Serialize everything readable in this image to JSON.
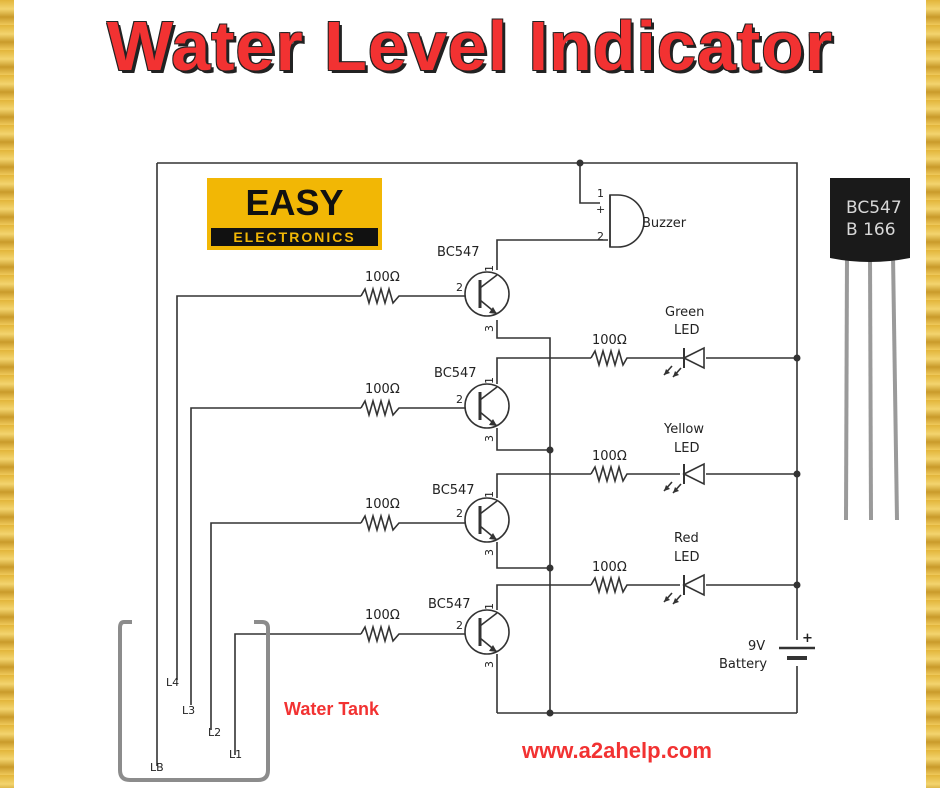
{
  "title": "Water Level Indicator",
  "logo": {
    "top": "EASY",
    "bottom": "ELECTRONICS"
  },
  "transistor_label": "BC547",
  "resistor_label": "100Ω",
  "pins": {
    "b": "2",
    "c": "1",
    "e": "3"
  },
  "buzzer": {
    "label": "Buzzer",
    "pin1": "1",
    "pin2": "2",
    "plus": "+"
  },
  "leds": [
    {
      "line1": "Green",
      "line2": "LED"
    },
    {
      "line1": "Yellow",
      "line2": "LED"
    },
    {
      "line1": "Red",
      "line2": "LED"
    }
  ],
  "battery": {
    "line1": "9V",
    "line2": "Battery",
    "plus": "+"
  },
  "tank_label": "Water Tank",
  "probes": [
    "L4",
    "L3",
    "L2",
    "L1",
    "LB"
  ],
  "url": "www.a2ahelp.com",
  "photo": {
    "line1": "BC547",
    "line2": "B 166"
  }
}
